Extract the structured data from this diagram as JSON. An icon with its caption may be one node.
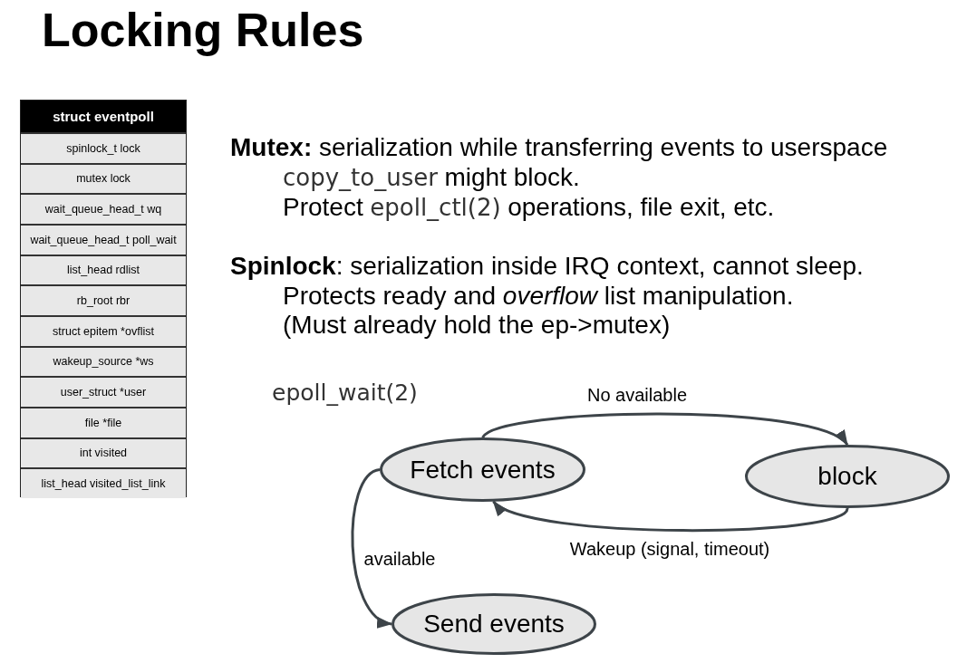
{
  "diagram": {
    "title": "Locking Rules",
    "nodes": [
      {
        "text": [
          "struct eventpoll"
        ]
      },
      {
        "text": [
          "spinlock_t lock"
        ],
        "in": 0
      },
      {
        "text": [
          "mutex lock"
        ],
        "in": 0
      },
      {
        "text": [
          "wait_queue_head_t wq"
        ],
        "in": 0
      },
      {
        "text": [
          "wait_queue_head_t poll_wait"
        ],
        "in": 0
      },
      {
        "text": [
          "list_head rdlist"
        ],
        "in": 0
      },
      {
        "text": [
          "rb_root rbr"
        ],
        "in": 0
      },
      {
        "text": [
          "struct epitem *ovflist"
        ],
        "in": 0
      },
      {
        "text": [
          "wakeup_source *ws"
        ],
        "in": 0
      },
      {
        "text": [
          "user_struct *user"
        ],
        "in": 0
      },
      {
        "text": [
          "file *file"
        ],
        "in": 0
      },
      {
        "text": [
          "int visited"
        ],
        "in": 0
      },
      {
        "text": [
          "list_head visited_list_link"
        ],
        "in": 0
      },
      {
        "text": [
          "Fetch events"
        ]
      },
      {
        "text": [
          "block"
        ]
      },
      {
        "text": [
          "Send events"
        ]
      }
    ],
    "edges": [
      {
        "from": 13,
        "to": 14,
        "arrow": "to",
        "label": "No available"
      },
      {
        "from": 14,
        "to": 13,
        "arrow": "to",
        "label": "Wakeup (signal, timeout)"
      },
      {
        "from": 13,
        "to": 15,
        "arrow": "to",
        "label": "available"
      }
    ],
    "labels": [
      "**Mutex:** serialization while transferring events to userspace",
      "copy_to_user",
      "might block.",
      "Protect",
      "epoll_ctl(2)",
      "operations, file exit, etc.",
      "**Spinlock**: serialization inside IRQ context, cannot sleep.",
      "Protects ready and *overflow* list manipulation.",
      "(Must already hold the ep->mutex)",
      "epoll_wait(2)"
    ]
  }
}
